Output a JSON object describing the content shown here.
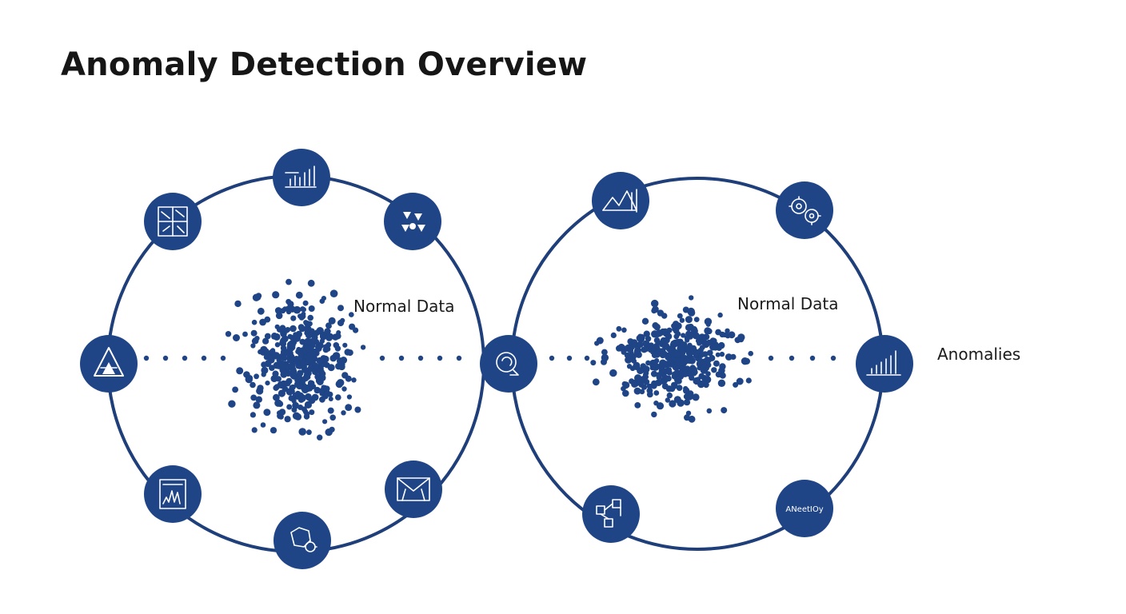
{
  "title": "Anomaly Detection Overview",
  "colors": {
    "accent": "#1f4587",
    "ring": "#1f3f7a",
    "dot": "#1f4587",
    "text": "#1b1b1b"
  },
  "left_panel": {
    "label": "Normal Data",
    "nodes": [
      {
        "name": "bar-chart-icon"
      },
      {
        "name": "scatter-grid-icon"
      },
      {
        "name": "network-cluster-icon"
      },
      {
        "name": "warning-triangle-icon"
      },
      {
        "name": "histogram-report-icon"
      },
      {
        "name": "gear-cluster-icon"
      },
      {
        "name": "envelope-chart-icon"
      }
    ]
  },
  "hub_node": {
    "name": "link-cycle-icon"
  },
  "right_panel": {
    "label": "Normal Data",
    "nodes": [
      {
        "name": "mountain-chart-icon"
      },
      {
        "name": "gears-icon"
      },
      {
        "name": "bar-chart-icon"
      },
      {
        "name": "workflow-icon"
      },
      {
        "name": "anomaly-text-icon",
        "text": "ANeetIOy"
      }
    ]
  },
  "outside_label": "Anomalies"
}
